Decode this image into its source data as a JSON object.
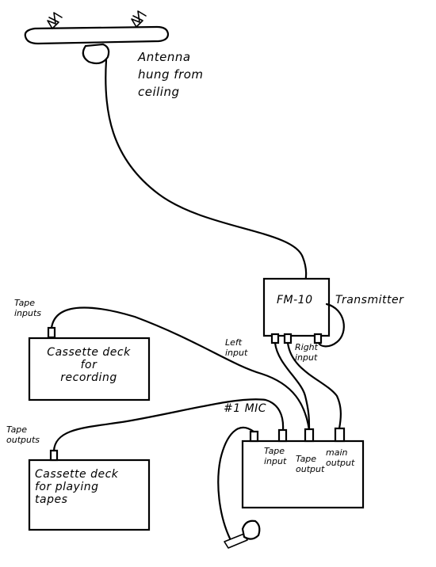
{
  "antenna": {
    "label": "Antenna\nhung from\nceiling"
  },
  "transmitter": {
    "model": "FM-10",
    "label": "Transmitter",
    "left_input": "Left\ninput",
    "right_input": "Right\ninput"
  },
  "recording_deck": {
    "label": "Cassette deck\nfor\nrecording",
    "jack_label": "Tape\ninputs"
  },
  "playing_deck": {
    "label": "Cassette deck\nfor playing\ntapes",
    "jack_label": "Tape\noutputs"
  },
  "mixer": {
    "mic_label": "#1 MIC",
    "tape_input": "Tape\ninput",
    "tape_output": "Tape\noutput",
    "main_output": "main\noutput"
  }
}
